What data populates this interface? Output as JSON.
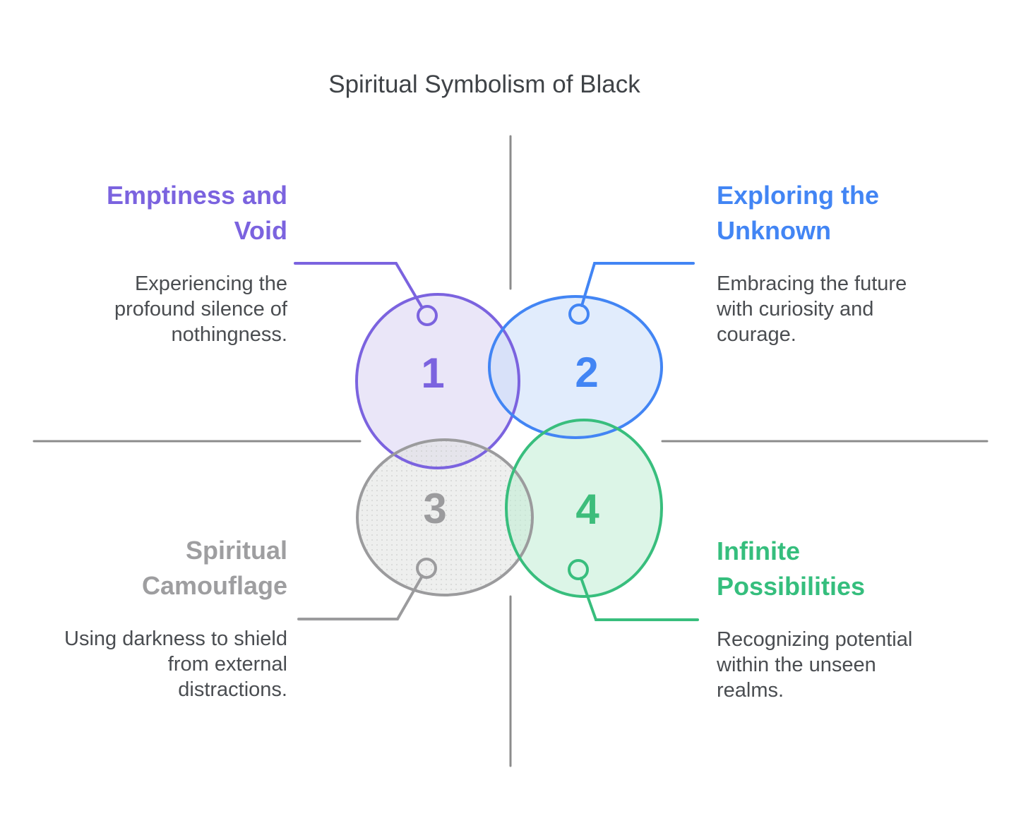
{
  "title": "Spiritual Symbolism of Black",
  "colors": {
    "purple": "#7B63DF",
    "blue": "#4285F4",
    "gray": "#9E9EA0",
    "green": "#35BE7D",
    "cross_lines": "#8C8C8C",
    "body_text": "#4A4D51",
    "title_text": "#3F4347",
    "fill_purple": "#ECE8F9",
    "fill_blue": "#E2EBFB",
    "fill_gray": "#EFF1EF",
    "fill_green": "#DCF4E7"
  },
  "sections": [
    {
      "number": "1",
      "title_lines": [
        "Emptiness and",
        "Void"
      ],
      "desc_lines": [
        "Experiencing the",
        "profound silence of",
        "nothingness."
      ],
      "color": "#7B63DF"
    },
    {
      "number": "2",
      "title_lines": [
        "Exploring the",
        "Unknown"
      ],
      "desc_lines": [
        "Embracing the future",
        "with curiosity and",
        "courage."
      ],
      "color": "#4285F4"
    },
    {
      "number": "3",
      "title_lines": [
        "Spiritual",
        "Camouflage"
      ],
      "desc_lines": [
        "Using darkness to shield",
        "from external",
        "distractions."
      ],
      "color": "#9E9EA0"
    },
    {
      "number": "4",
      "title_lines": [
        "Infinite",
        "Possibilities"
      ],
      "desc_lines": [
        "Recognizing potential",
        "within the unseen",
        "realms."
      ],
      "color": "#35BE7D"
    }
  ]
}
